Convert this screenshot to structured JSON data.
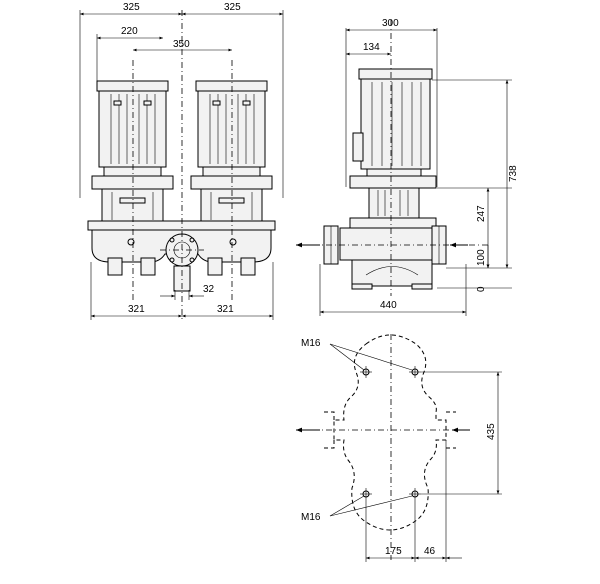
{
  "dimensions": {
    "d325a": "325",
    "d325b": "325",
    "d220": "220",
    "d350": "350",
    "d321a": "321",
    "d321b": "321",
    "d32": "32",
    "d300": "300",
    "d134": "134",
    "d738": "738",
    "d247": "247",
    "d100": "100",
    "d0": "0",
    "d440": "440",
    "d435": "435",
    "d175": "175",
    "d46": "46"
  },
  "labels": {
    "bolt_top": "M16",
    "bolt_bottom": "M16"
  }
}
